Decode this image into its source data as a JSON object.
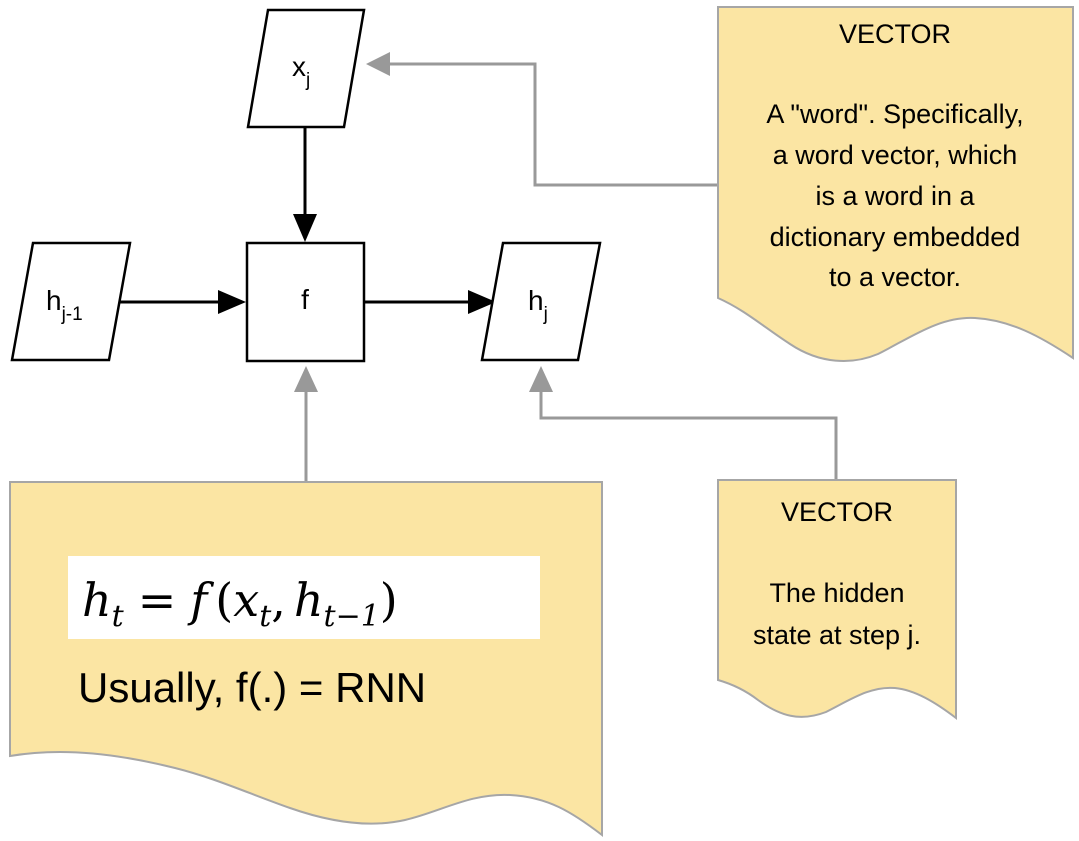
{
  "nodes": {
    "input": {
      "base": "x",
      "sub": "j"
    },
    "prev_hidden": {
      "base": "h",
      "sub": "j-1"
    },
    "function": {
      "label": "f"
    },
    "next_hidden": {
      "base": "h",
      "sub": "j"
    }
  },
  "notes": {
    "word_vector": {
      "title": "VECTOR",
      "lines": [
        "A \"word\". Specifically,",
        "a word vector, which",
        "is a word in a",
        "dictionary embedded",
        "to a vector."
      ]
    },
    "hidden_state": {
      "title": "VECTOR",
      "lines": [
        "The hidden",
        "state at step j."
      ]
    },
    "formula": {
      "equation": {
        "lhs_base": "h",
        "lhs_sub": "t",
        "equals": "=",
        "func": "f",
        "open": "(",
        "arg1_base": "x",
        "arg1_sub": "t",
        "comma": ",",
        "arg2_base": "h",
        "arg2_sub": "t−1",
        "close": ")"
      },
      "caption": "Usually, f(.) = RNN"
    }
  },
  "colors": {
    "note_fill": "#fbe5a3",
    "note_stroke": "#a6a6a6",
    "connector_gray": "#999999",
    "arrow_black": "#000000",
    "formula_bg": "#ffffff"
  }
}
